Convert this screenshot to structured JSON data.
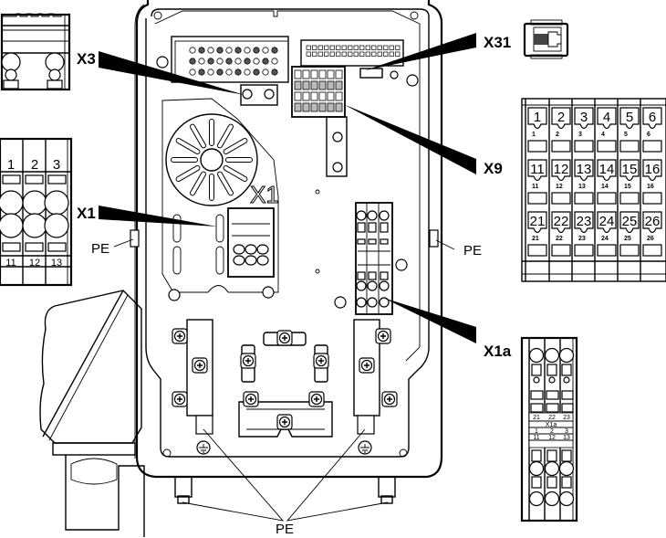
{
  "diagram": {
    "title": "Wallbox enclosure terminal layout",
    "callouts": {
      "x3": "X3",
      "x31": "X31",
      "x9": "X9",
      "x1": "X1",
      "x1a": "X1a",
      "x1_housing_mark": "X1",
      "pe_left": "PE",
      "pe_right": "PE",
      "pe_bottom": "PE"
    },
    "detail_x1": {
      "top_labels": [
        "1",
        "2",
        "3"
      ],
      "bottom_labels": [
        "11",
        "12",
        "13"
      ]
    },
    "detail_x9": {
      "rows": [
        [
          "1",
          "2",
          "3",
          "4",
          "5",
          "6"
        ],
        [
          "11",
          "12",
          "13",
          "14",
          "15",
          "16"
        ],
        [
          "21",
          "22",
          "23",
          "24",
          "25",
          "26"
        ]
      ]
    },
    "detail_x1a": {
      "row_top": [
        "21",
        "22",
        "23"
      ],
      "center_label": "X1a",
      "row_mid": [
        "1",
        "2",
        "3"
      ],
      "row_bottom": [
        "11",
        "12",
        "13"
      ]
    },
    "icons": {
      "ground": "protective-earth-symbol",
      "screw": "phillips-screw",
      "torx": "torx-screw"
    }
  }
}
